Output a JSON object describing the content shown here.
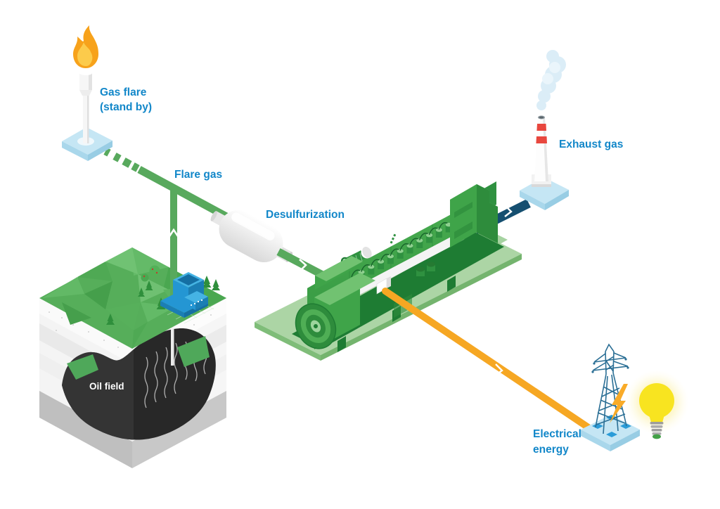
{
  "page": {
    "background": "#FFFFFF",
    "description": "Isometric process diagram: flare gas recovered from an oil field is desulfurized, burned in a gas engine, exhaust vented via stack, electricity delivered to the grid."
  },
  "labels": {
    "gas_flare_line1": "Gas flare",
    "gas_flare_line2": "(stand by)",
    "flare_gas": "Flare gas",
    "desulfurization": "Desulfurization",
    "exhaust_gas": "Exhaust gas",
    "oil_field": "Oil field",
    "electrical_energy_line1": "Electrical",
    "electrical_energy_line2": "energy"
  },
  "flows": [
    {
      "name": "flare gas pipeline",
      "color": "#58A95D"
    },
    {
      "name": "exhaust gas duct",
      "color": "#154F70"
    },
    {
      "name": "electrical cable",
      "color": "#F6A723"
    }
  ],
  "colors": {
    "accent_blue": "#1287C9",
    "pipe_green": "#58A95D",
    "engine_green": "#3FA449",
    "engine_green_dark": "#2E8C3C",
    "engine_green_deep": "#1F7C33",
    "platform_green": "#ACD5A5",
    "cable_orange": "#F6A723",
    "exhaust_navy": "#154F70",
    "platform_blue": "#C5E6F4",
    "flame_orange": "#F7A21B",
    "flame_yellow": "#FCCB4B",
    "bulb_yellow": "#F8E420",
    "chimney_red": "#E8473E",
    "tower_teal": "#2B6F95",
    "wellhead_blue": "#2496D3",
    "oil_black": "#2B2B2B"
  }
}
